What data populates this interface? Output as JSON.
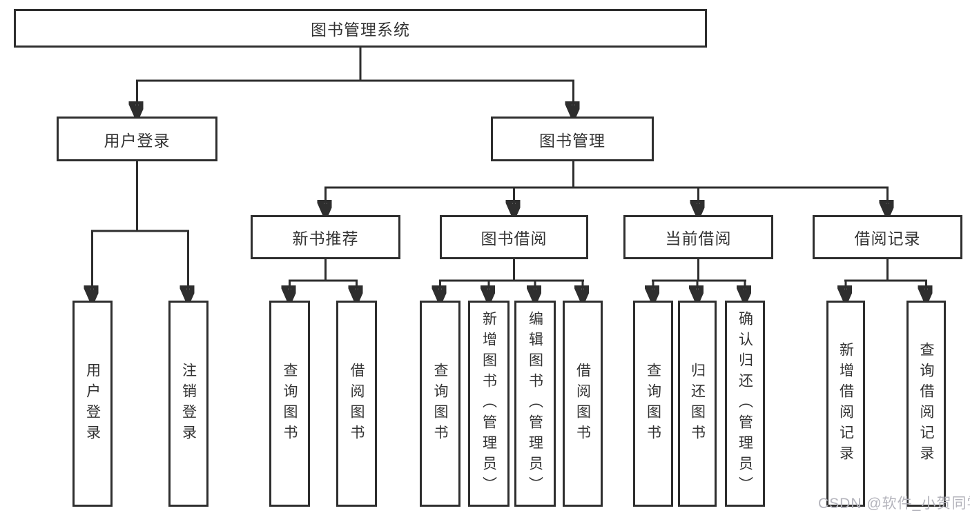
{
  "tree": {
    "root": {
      "label": "图书管理系统",
      "children": [
        {
          "label": "用户登录",
          "children": [
            {
              "label": "用户登录"
            },
            {
              "label": "注销登录"
            }
          ]
        },
        {
          "label": "图书管理",
          "children": [
            {
              "label": "新书推荐",
              "children": [
                {
                  "label": "查询图书"
                },
                {
                  "label": "借阅图书"
                }
              ]
            },
            {
              "label": "图书借阅",
              "children": [
                {
                  "label": "查询图书"
                },
                {
                  "label": "新增图书（管理员）"
                },
                {
                  "label": "编辑图书（管理员）"
                },
                {
                  "label": "借阅图书"
                }
              ]
            },
            {
              "label": "当前借阅",
              "children": [
                {
                  "label": "查询图书"
                },
                {
                  "label": "归还图书"
                },
                {
                  "label": "确认归还（管理员）"
                }
              ]
            },
            {
              "label": "借阅记录",
              "children": [
                {
                  "label": "新增借阅记录"
                },
                {
                  "label": "查询借阅记录"
                }
              ]
            }
          ]
        }
      ]
    }
  },
  "watermark": {
    "text": "CSDN @软件_小贺同学"
  },
  "colors": {
    "line": "#2e2e2e",
    "box_border": "#2e2e2e",
    "box_fill": "#ffffff",
    "text": "#333333",
    "watermark": "#b4b4bc",
    "background": "#ffffff"
  }
}
